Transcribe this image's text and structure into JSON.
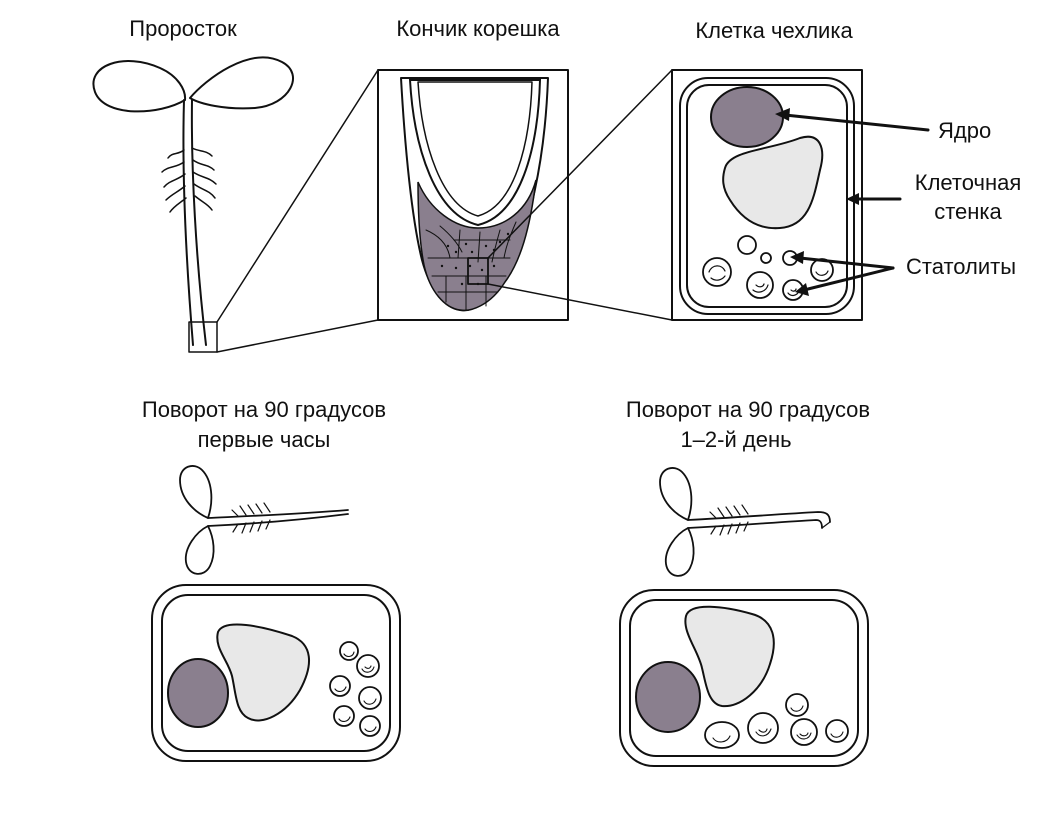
{
  "labels": {
    "seedling": "Проросток",
    "root_tip": "Кончик корешка",
    "cap_cell": "Клетка чехлика",
    "nucleus": "Ядро",
    "cell_wall_line1": "Клеточная",
    "cell_wall_line2": "стенка",
    "statoliths": "Статолиты",
    "rotation_hours_line1": "Поворот на 90 градусов",
    "rotation_hours_line2": "первые часы",
    "rotation_days_line1": "Поворот на 90 градусов",
    "rotation_days_line2": "1–2-й день"
  },
  "colors": {
    "nucleus": "#8a7f8e",
    "vacuole": "#e8e8e8",
    "root_cap": "#8a7f8e",
    "line": "#111111",
    "background": "#ffffff"
  }
}
